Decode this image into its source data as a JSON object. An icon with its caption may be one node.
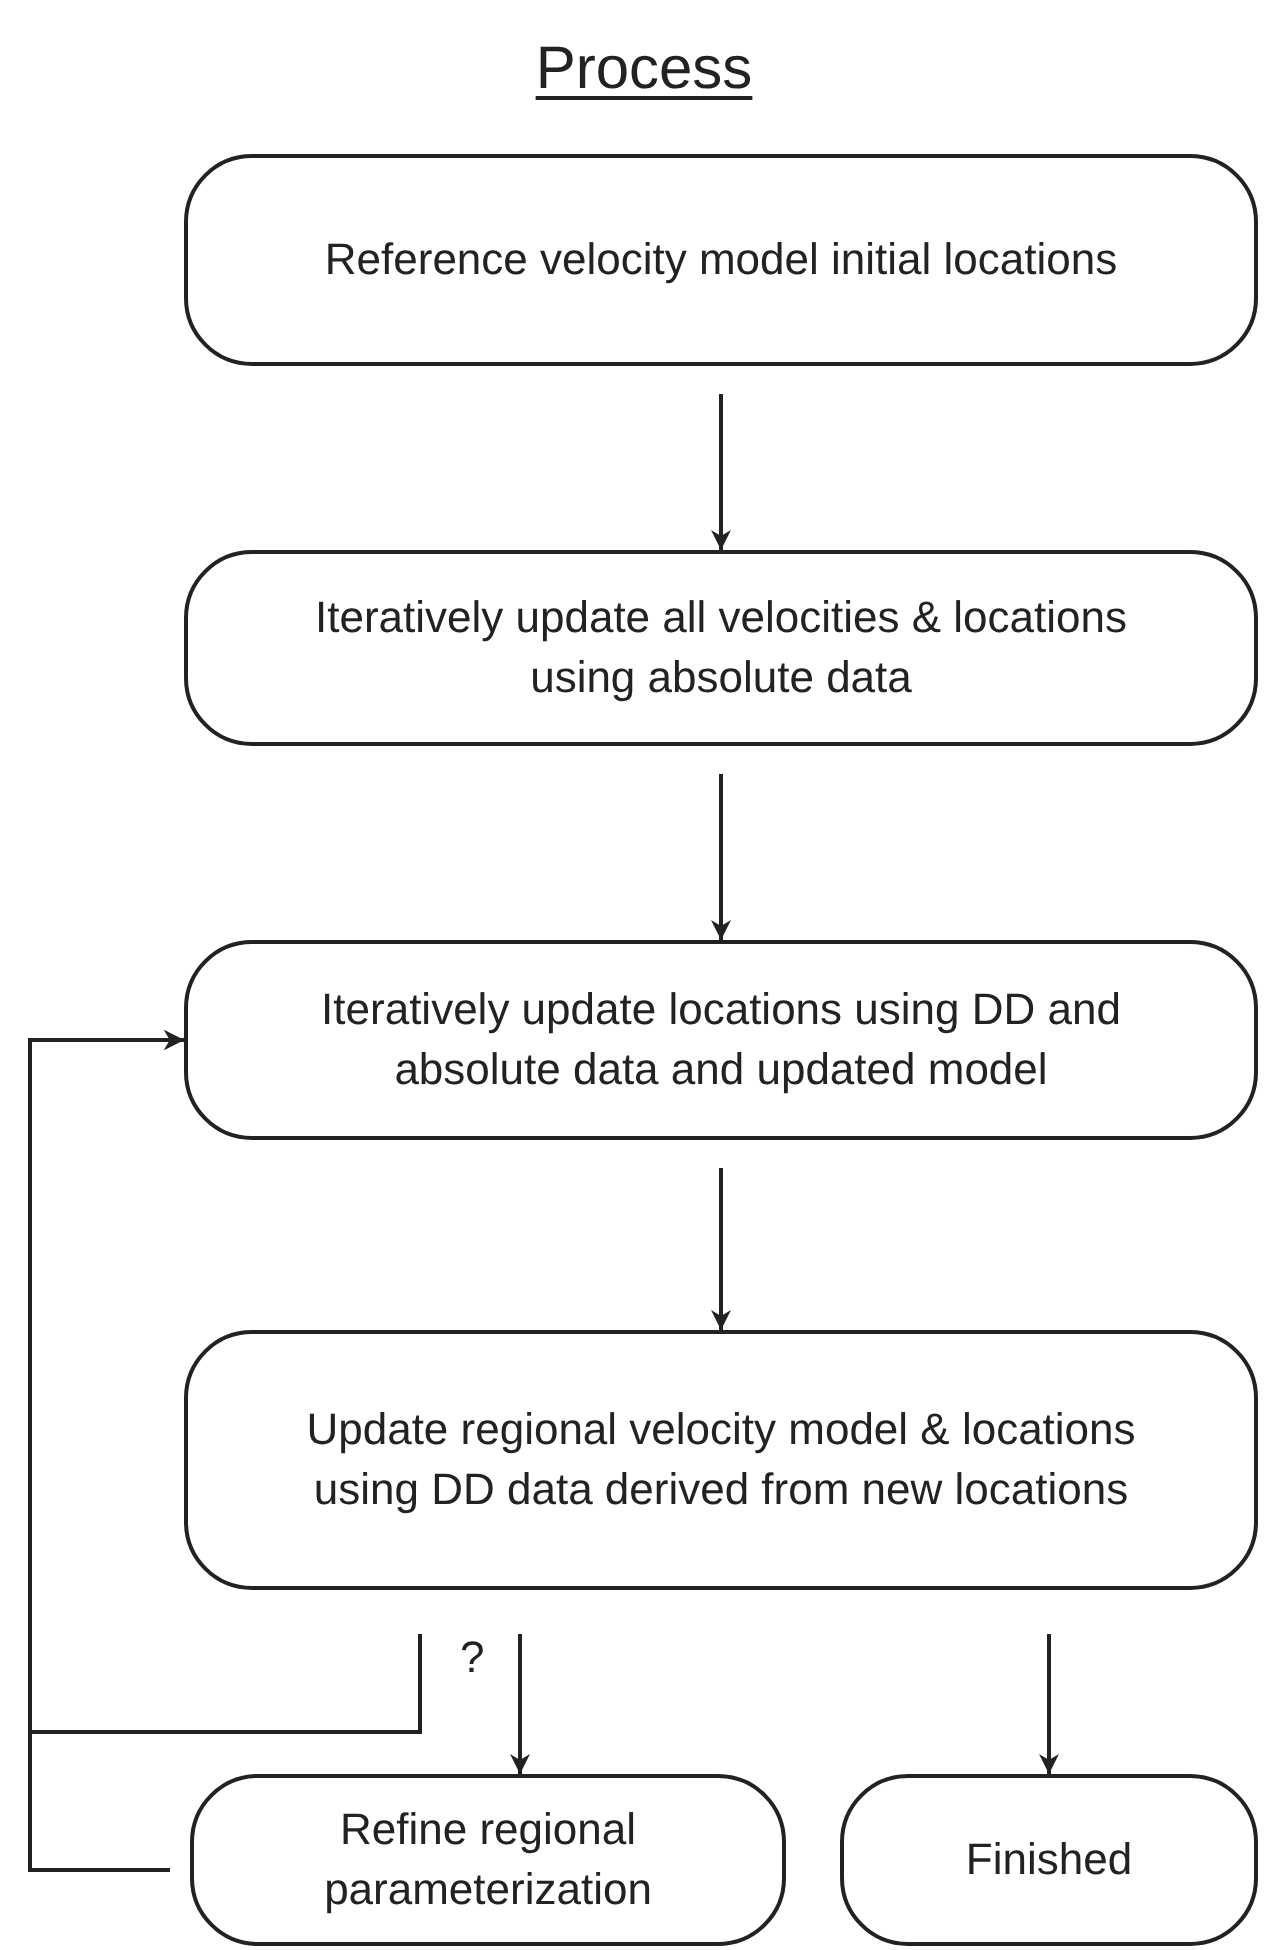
{
  "diagram": {
    "title": "Process",
    "nodes": [
      {
        "text": [
          "Reference velocity model initial locations"
        ]
      },
      {
        "text": [
          "Iteratively update all velocities & locations using absolute data"
        ]
      },
      {
        "text": [
          "Iteratively update locations using DD and absolute data and updated model"
        ]
      },
      {
        "text": [
          "Update regional velocity model & locations using DD data derived from new locations"
        ]
      },
      {
        "text": [
          "Refine regional parameterization"
        ]
      },
      {
        "text": [
          "Finished"
        ]
      }
    ],
    "edges": [
      {
        "from": 0,
        "to": 1,
        "arrow": "to"
      },
      {
        "from": 1,
        "to": 2,
        "arrow": "to"
      },
      {
        "from": 2,
        "to": 3,
        "arrow": "to"
      },
      {
        "from": 3,
        "to": 4,
        "arrow": "to",
        "label": "?"
      },
      {
        "from": 3,
        "to": 5,
        "arrow": "to"
      },
      {
        "from": 3,
        "to": 2,
        "arrow": "to"
      },
      {
        "from": 4,
        "to": 2,
        "arrow": "to"
      }
    ]
  }
}
